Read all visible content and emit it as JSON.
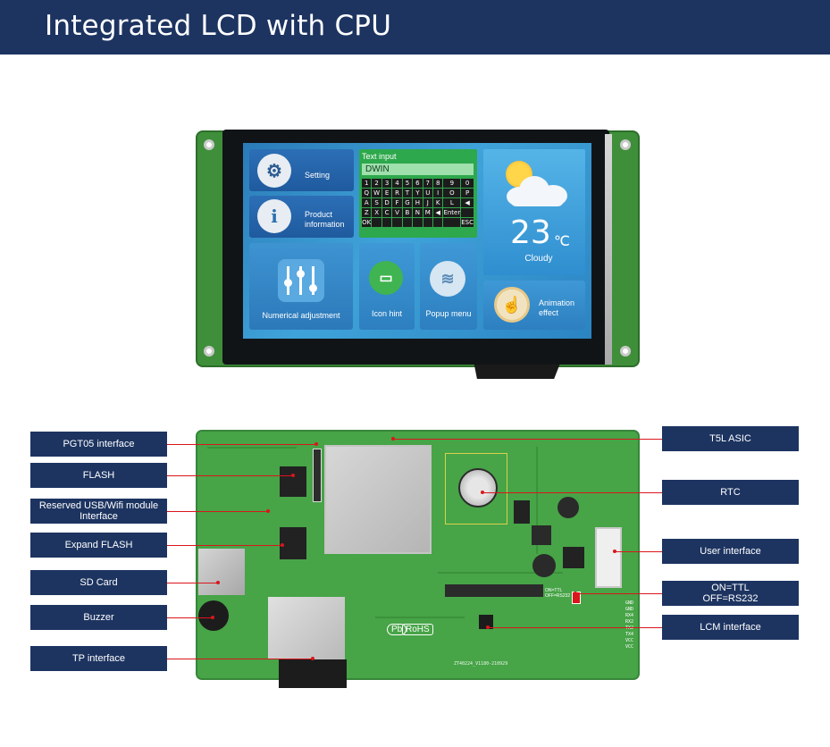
{
  "header": {
    "title": "Integrated LCD with CPU"
  },
  "lcd_ui": {
    "setting": "Setting",
    "product_info": "Product information",
    "text_input_title": "Text input",
    "text_input_value": "DWIN",
    "keys": [
      "1",
      "2",
      "3",
      "4",
      "5",
      "6",
      "7",
      "8",
      "9",
      "0",
      "Q",
      "W",
      "E",
      "R",
      "T",
      "Y",
      "U",
      "I",
      "O",
      "P",
      "A",
      "S",
      "D",
      "F",
      "G",
      "H",
      "J",
      "K",
      "L",
      "◀",
      "Z",
      "X",
      "C",
      "V",
      "B",
      "N",
      "M",
      "◀",
      "Enter",
      "",
      "OK",
      "",
      "",
      "",
      "",
      "",
      "",
      "",
      "",
      "ESC"
    ],
    "temperature": "23",
    "temp_unit": "℃",
    "weather": "Cloudy",
    "numerical_adjustment": "Numerical adjustment",
    "icon_hint": "Icon hint",
    "popup_menu": "Popup menu",
    "animation_effect": "Animation effect"
  },
  "pcb": {
    "rohs": "RoHS",
    "pb": "Pb",
    "serial": "ZT40224_V1180-210929",
    "switch_label": "ON=TTL OFF=RS232",
    "pins": [
      "GND",
      "GND",
      "RX4",
      "RX2",
      "TX2",
      "TX4",
      "VCC",
      "VCC"
    ]
  },
  "callouts_left": [
    "PGT05 interface",
    "FLASH",
    "Reserved USB/Wifi module Interface",
    "Expand FLASH",
    "SD Card",
    "Buzzer",
    "TP interface"
  ],
  "callouts_right": [
    "T5L ASIC",
    "RTC",
    "User interface",
    "ON=TTL\nOFF=RS232",
    "LCM interface"
  ],
  "colors": {
    "banner": "#1d3461",
    "pcb_green": "#47a447",
    "leader_line": "#d9161c",
    "callout_bg": "#1d3461"
  }
}
